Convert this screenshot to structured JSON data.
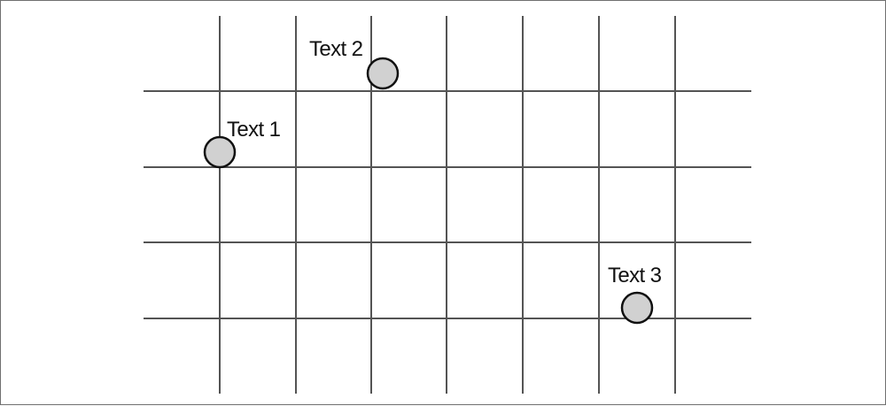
{
  "diagram": {
    "points": [
      {
        "label": "Text 1"
      },
      {
        "label": "Text 2"
      },
      {
        "label": "Text 3"
      }
    ]
  },
  "colors": {
    "grid": "#545454",
    "marker_fill": "#d1d1d1",
    "marker_stroke": "#111111",
    "border": "#6f6f6f"
  }
}
